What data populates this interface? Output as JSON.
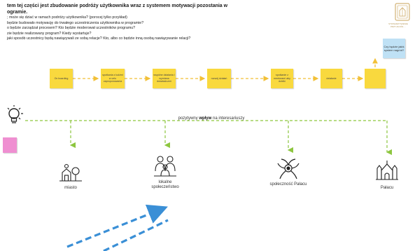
{
  "brief": {
    "title_lines": [
      "tem tej części jest zbudowanie podróży użytkownika wraz z systemem motywacji pozostania w",
      "ogramie."
    ],
    "questions": [
      "; może się dziać w ramach podróży użytkownika? (porocej tylko przykład)",
      "będzie budowało motywację do trwałego uczestniczenia użytkownika w programie?",
      "o będzie zarządzał procesem? Kto będzie moderował uczestników programu?",
      "zie będzie realizowany program? Kiedy wystartuje?",
      "jaki sposób uczestnicy będą nawiązywali ze sobą relacje? Kto, albo co będzie inną osobą nawiązywanie relacji?"
    ]
  },
  "logo": {
    "caption_lines": [
      "STOWARZYSZENIE",
      "PRZYJACIÓŁ ..."
    ]
  },
  "journey": {
    "notes": [
      "On boarding",
      "spotkania z ludźmi w celu zaproponowania",
      "wspólne działania i wymiana doświadczeń",
      "rozwój działań",
      "spotkanie z mentorami aby dzielić",
      "działanie",
      ""
    ],
    "end_note": "Czy będzie jakiś system nagród?"
  },
  "supply_label": {
    "prefix": "pozytywny ",
    "bold": "wpływ",
    "suffix": " na interesariuszy"
  },
  "stakeholders": [
    {
      "name": "miasto",
      "icon": "city-icon"
    },
    {
      "name": "lokalne społeczeństwo",
      "icon": "community-icon"
    },
    {
      "name": "społeczność Pałacu",
      "icon": "network-icon"
    },
    {
      "name": "Pałacu",
      "icon": "palace-icon"
    }
  ],
  "colors": {
    "sticky_yellow": "#f9d93e",
    "sticky_blue": "#bfe1f5",
    "sticky_pink": "#ef8fd1",
    "flow_arrow": "#f2c037",
    "impact_arrow": "#8dc63f",
    "accent_blue": "#3a8fd6",
    "logo_gold": "#c9a35a"
  }
}
